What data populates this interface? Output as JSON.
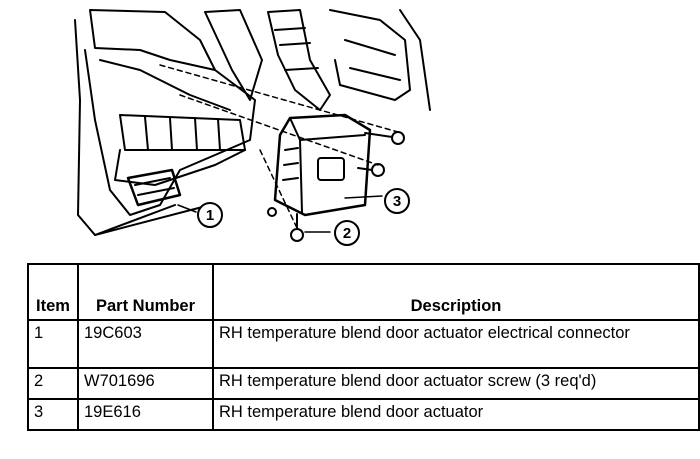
{
  "callouts": [
    "1",
    "2",
    "3"
  ],
  "table": {
    "headers": {
      "item": "Item",
      "part_number": "Part Number",
      "description": "Description"
    },
    "rows": [
      {
        "item": "1",
        "part_number": "19C603",
        "description": "RH temperature blend door actuator electrical connector"
      },
      {
        "item": "2",
        "part_number": "W701696",
        "description": "RH temperature blend door actuator screw (3 req'd)"
      },
      {
        "item": "3",
        "part_number": "19E616",
        "description": "RH temperature blend door actuator"
      }
    ]
  }
}
